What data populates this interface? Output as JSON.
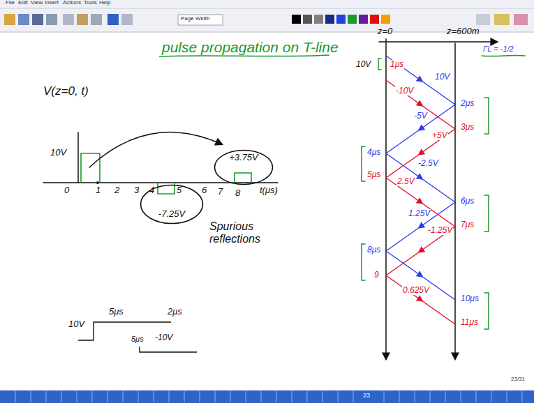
{
  "diagram": {
    "title": "pulse propagation on T-line",
    "nodes": [
      {
        "text": [
          "-7.25V"
        ]
      },
      {
        "text": [
          "+3.75V"
        ]
      }
    ],
    "labels": [
      "File",
      "Edit",
      "View",
      "Insert",
      "Actions",
      "Tools",
      "Help",
      "Page Width",
      "V(z=0, t)",
      "10V",
      "0",
      "1",
      "2",
      "3",
      "4",
      "5",
      "6",
      "7",
      "8",
      "t(μs)",
      "Spurious reflections",
      "5μs",
      "2μs",
      "10V",
      "5μs",
      "-10V",
      "z=0",
      "z=600m",
      "ΓL = -1/2",
      "10V",
      "1μs",
      "10V",
      "-10V",
      "2μs",
      "3μs",
      "-5V",
      "+5V",
      "4μs",
      "5μs",
      "-2.5V",
      "2.5V",
      "6μs",
      "7μs",
      "1.25V",
      "-1.25V",
      "8μs",
      "9",
      "0.625V",
      "10μs",
      "11μs",
      "23",
      "23/31"
    ]
  }
}
